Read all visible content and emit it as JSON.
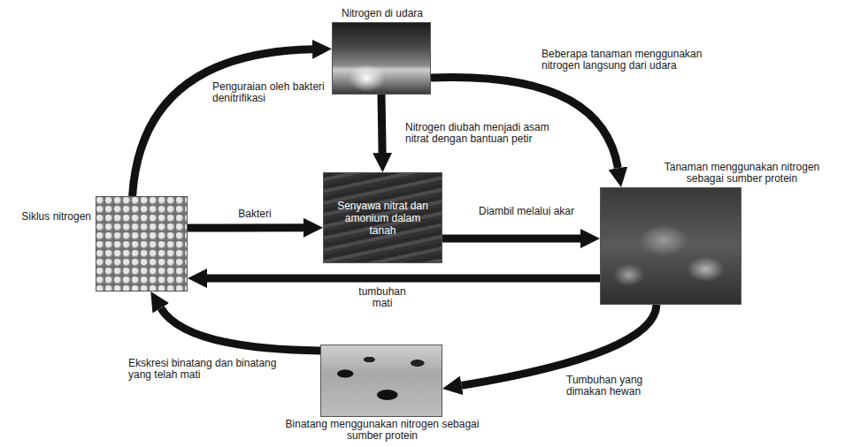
{
  "diagram": {
    "nodes": [
      {
        "text": [
          "Nitrogen di udara"
        ]
      },
      {
        "text": [
          "Siklus nitrogen"
        ]
      },
      {
        "text": [
          "Senyawa nitrat dan amonium dalam tanah"
        ]
      },
      {
        "text": [
          "Tanaman menggunakan nitrogen sebagai sumber protein"
        ]
      },
      {
        "text": [
          "Binatang menggunakan nitrogen sebagai sumber protein"
        ]
      }
    ],
    "edges": [
      {
        "from": 1,
        "to": 0,
        "arrow": "to",
        "label": "Penguraian oleh bakteri denitrifikasi"
      },
      {
        "from": 0,
        "to": 3,
        "arrow": "to",
        "label": "Beberapa tanaman menggunakan nitrogen langsung dari udara"
      },
      {
        "from": 0,
        "to": 2,
        "arrow": "to",
        "label": "Nitrogen diubah menjadi asam nitrat dengan bantuan petir"
      },
      {
        "from": 1,
        "to": 2,
        "arrow": "to",
        "label": "Bakteri"
      },
      {
        "from": 2,
        "to": 3,
        "arrow": "to",
        "label": "Diambil melalui akar"
      },
      {
        "from": 3,
        "to": 1,
        "arrow": "to",
        "label": "tumbuhan mati"
      },
      {
        "from": 3,
        "to": 4,
        "arrow": "to",
        "label": "Tumbuhan yang dimakan hewan"
      },
      {
        "from": 4,
        "to": 1,
        "arrow": "to",
        "label": "Ekskresi binatang dan binatang yang telah mati"
      }
    ]
  }
}
